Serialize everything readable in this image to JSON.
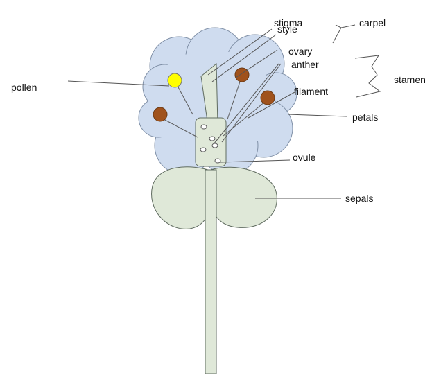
{
  "labels": {
    "stigma": "stigma",
    "style": "style",
    "carpel": "carpel",
    "ovary": "ovary",
    "anther": "anther",
    "stamen": "stamen",
    "filament": "filament",
    "petals": "petals",
    "pollen": "pollen",
    "ovule": "ovule",
    "sepals": "sepals"
  },
  "colors": {
    "petals": "#cfdcef",
    "green_parts": "#dfe8d8",
    "anther": "#a0521c",
    "pollen": "#ffff00",
    "lines": "#555555"
  }
}
